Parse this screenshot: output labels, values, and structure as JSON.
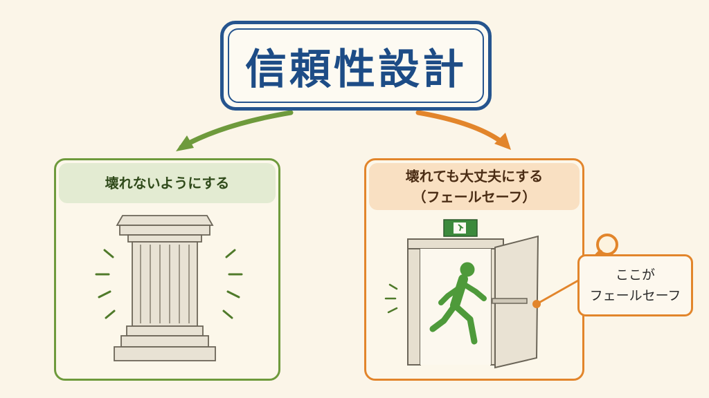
{
  "title": "信頼性設計",
  "left_panel": {
    "heading": "壊れないようにする",
    "illustration_icon": "stone-pillar-icon"
  },
  "right_panel": {
    "heading_line1": "壊れても大丈夫にする",
    "heading_line2": "（フェールセーフ）",
    "illustration_icon": "emergency-exit-door-icon"
  },
  "callout": {
    "line1": "ここが",
    "line2": "フェールセーフ",
    "icon": "magnifier-icon"
  },
  "colors": {
    "title_blue": "#25548e",
    "left_green": "#6e9a3c",
    "right_orange": "#e2852b",
    "runner_green": "#4e9a3a",
    "background": "#fbf5e8"
  }
}
